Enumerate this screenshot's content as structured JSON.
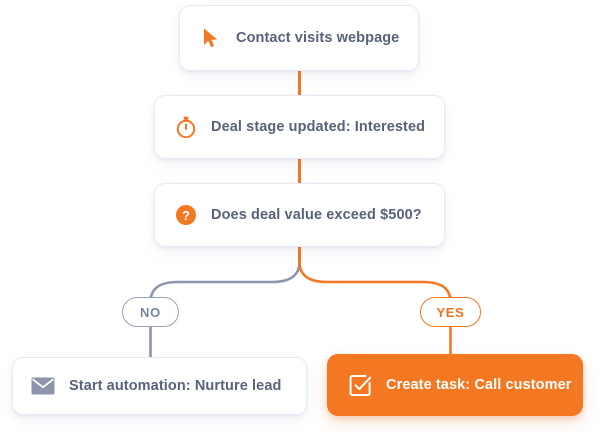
{
  "diagram": {
    "type": "workflow-flowchart",
    "title": "Contact workflow with deal-value decision branch",
    "colors": {
      "accent_orange": "#F47721",
      "slate_gray": "#8C95AB",
      "text_slate": "#58637A",
      "card_border": "#E6EAF5",
      "background": "#FFFFFF"
    },
    "nodes": [
      {
        "id": "trigger",
        "label": "Contact visits webpage",
        "icon": "cursor-arrow-icon",
        "style": "white-card"
      },
      {
        "id": "stage",
        "label": "Deal stage updated: Interested",
        "icon": "stopwatch-icon",
        "style": "white-card"
      },
      {
        "id": "decision",
        "label": "Does deal value exceed $500?",
        "icon": "question-mark-icon",
        "style": "white-card"
      },
      {
        "id": "no_action",
        "label": "Start automation: Nurture lead",
        "icon": "envelope-icon",
        "style": "white-card"
      },
      {
        "id": "yes_action",
        "label": "Create task: Call customer",
        "icon": "checkbox-check-icon",
        "style": "orange-card"
      }
    ],
    "branches": [
      {
        "id": "no",
        "label": "NO",
        "path_color": "#8C95AB"
      },
      {
        "id": "yes",
        "label": "YES",
        "path_color": "#F47721"
      }
    ]
  }
}
